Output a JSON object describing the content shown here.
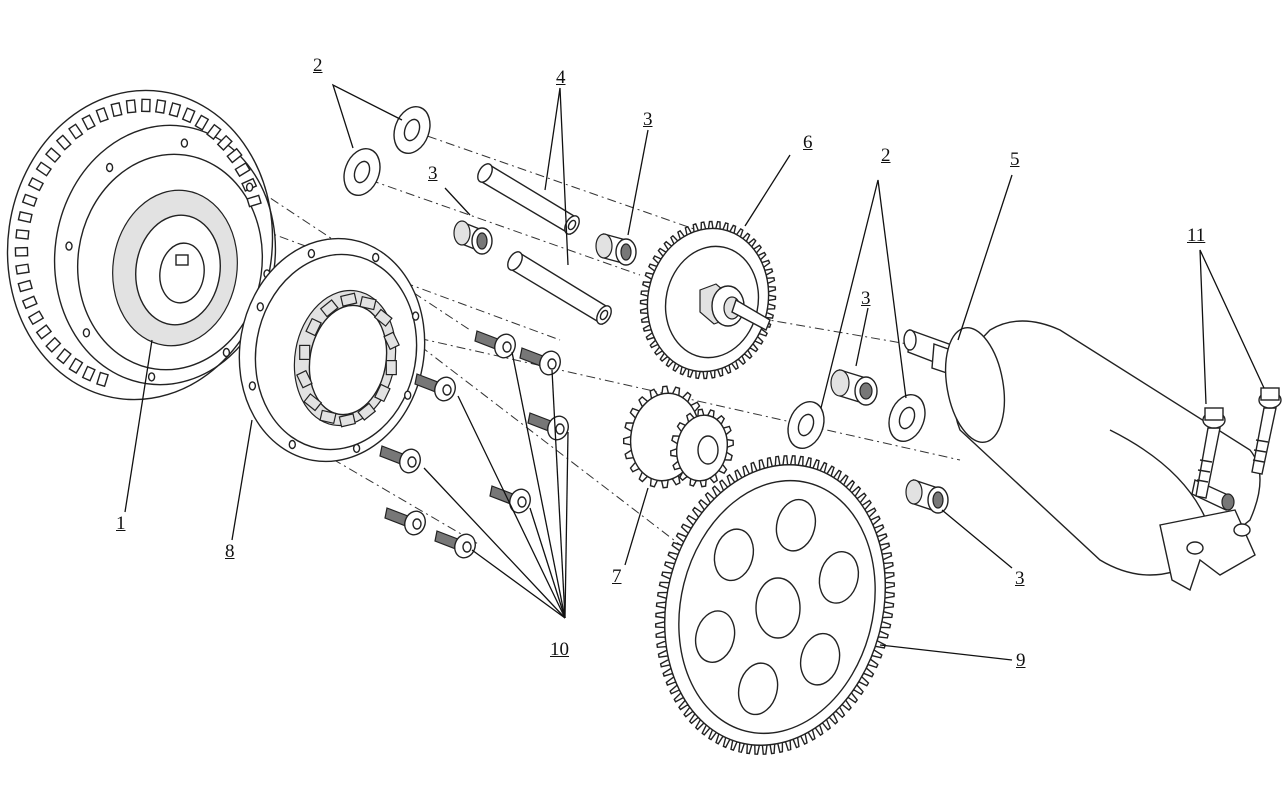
{
  "diagram": {
    "colors": {
      "stroke": "#222222",
      "fill": "#ffffff",
      "shade": "#d9d9d9",
      "dark": "#555555"
    },
    "parts": [
      {
        "id": "flywheel",
        "label": "1"
      },
      {
        "id": "washer",
        "label": "2"
      },
      {
        "id": "needle-bearing",
        "label": "3"
      },
      {
        "id": "shaft",
        "label": "4"
      },
      {
        "id": "starter-motor",
        "label": "5"
      },
      {
        "id": "idler-gear",
        "label": "6"
      },
      {
        "id": "double-gear",
        "label": "7"
      },
      {
        "id": "one-way-clutch",
        "label": "8"
      },
      {
        "id": "starter-driven-gear",
        "label": "9"
      },
      {
        "id": "socket-bolt",
        "label": "10"
      },
      {
        "id": "motor-bolt",
        "label": "11"
      }
    ],
    "callouts": {
      "c1": "1",
      "c2a": "2",
      "c2b": "2",
      "c3a": "3",
      "c3b": "3",
      "c3c": "3",
      "c3d": "3",
      "c4": "4",
      "c5": "5",
      "c6": "6",
      "c7": "7",
      "c8": "8",
      "c9": "9",
      "c10": "10",
      "c11": "11"
    }
  }
}
